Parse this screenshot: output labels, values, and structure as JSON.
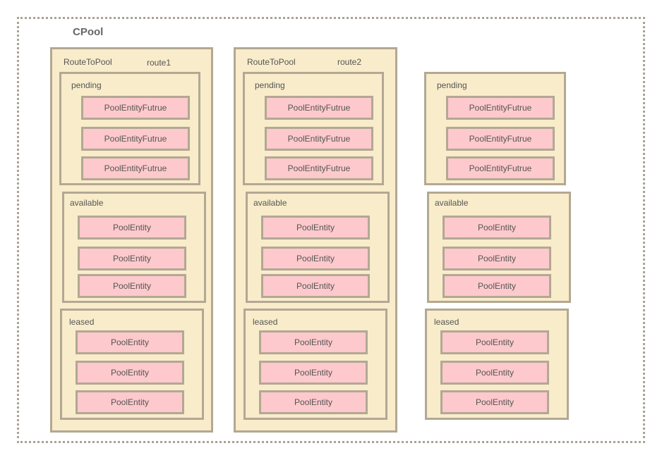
{
  "title": "CPool",
  "columns": [
    {
      "route_label": "RouteToPool",
      "route_name": "route1",
      "pending": {
        "label": "pending",
        "items": [
          "PoolEntityFutrue",
          "PoolEntityFutrue",
          "PoolEntityFutrue"
        ]
      },
      "available": {
        "label": "available",
        "items": [
          "PoolEntity",
          "PoolEntity",
          "PoolEntity"
        ]
      },
      "leased": {
        "label": "leased",
        "items": [
          "PoolEntity",
          "PoolEntity",
          "PoolEntity"
        ]
      }
    },
    {
      "route_label": "RouteToPool",
      "route_name": "route2",
      "pending": {
        "label": "pending",
        "items": [
          "PoolEntityFutrue",
          "PoolEntityFutrue",
          "PoolEntityFutrue"
        ]
      },
      "available": {
        "label": "available",
        "items": [
          "PoolEntity",
          "PoolEntity",
          "PoolEntity"
        ]
      },
      "leased": {
        "label": "leased",
        "items": [
          "PoolEntity",
          "PoolEntity",
          "PoolEntity"
        ]
      }
    },
    {
      "pending": {
        "label": "pending",
        "items": [
          "PoolEntityFutrue",
          "PoolEntityFutrue",
          "PoolEntityFutrue"
        ]
      },
      "available": {
        "label": "available",
        "items": [
          "PoolEntity",
          "PoolEntity",
          "PoolEntity"
        ]
      },
      "leased": {
        "label": "leased",
        "items": [
          "PoolEntity",
          "PoolEntity",
          "PoolEntity"
        ]
      }
    }
  ],
  "colors": {
    "container_fill": "#f8ecca",
    "container_border": "#b2a894",
    "item_fill": "#fdc9cc",
    "outer_border": "#aaa395"
  }
}
